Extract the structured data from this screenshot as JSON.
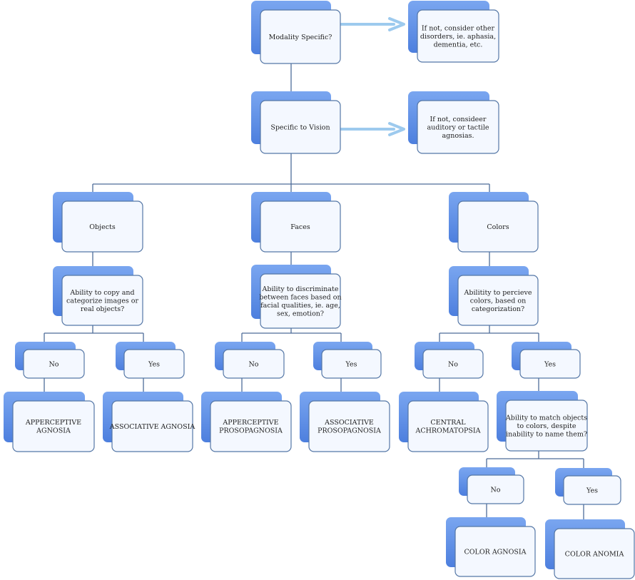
{
  "colors": {
    "accent_shadow": "#5b8ee6",
    "box_fill": "#f4f8ff",
    "box_border": "#5577a6",
    "connector": "#4e6c99",
    "arrow": "#9dcaee"
  },
  "nodes": [
    {
      "id": "modality",
      "lines": [
        "Modality Specific?"
      ]
    },
    {
      "id": "not-modality",
      "lines": [
        "If not, consider other",
        "disorders, ie. aphasia,",
        "dementia, etc."
      ]
    },
    {
      "id": "vision",
      "lines": [
        "Specific to Vision"
      ]
    },
    {
      "id": "not-vision",
      "lines": [
        "If not, consideer",
        "auditory or tactile",
        "agnosias."
      ]
    },
    {
      "id": "objects",
      "lines": [
        "Objects"
      ]
    },
    {
      "id": "faces",
      "lines": [
        "Faces"
      ]
    },
    {
      "id": "colors",
      "lines": [
        "Colors"
      ]
    },
    {
      "id": "objects-q",
      "lines": [
        "Ability to copy  and",
        "categorize images or",
        "real objects?"
      ]
    },
    {
      "id": "faces-q",
      "lines": [
        "Ability to discriminate",
        "between faces based on",
        "facial qualities, ie. age,",
        "sex, emotion?"
      ]
    },
    {
      "id": "colors-q",
      "lines": [
        "Abilitity to percieve",
        "colors, based on",
        "categorization?"
      ]
    },
    {
      "id": "obj-no",
      "lines": [
        "No"
      ]
    },
    {
      "id": "obj-yes",
      "lines": [
        "Yes"
      ]
    },
    {
      "id": "face-no",
      "lines": [
        "No"
      ]
    },
    {
      "id": "face-yes",
      "lines": [
        "Yes"
      ]
    },
    {
      "id": "col-no",
      "lines": [
        "No"
      ]
    },
    {
      "id": "col-yes",
      "lines": [
        "Yes"
      ]
    },
    {
      "id": "apperceptive-agnosia",
      "lines": [
        "APPERCEPTIVE",
        "AGNOSIA"
      ]
    },
    {
      "id": "associative-agnosia",
      "lines": [
        "ASSOCIATIVE AGNOSIA"
      ]
    },
    {
      "id": "apperceptive-prosopagnosia",
      "lines": [
        "APPERCEPTIVE",
        "PROSOPAGNOSIA"
      ]
    },
    {
      "id": "associative-prosopagnosia",
      "lines": [
        "ASSOCIATIVE",
        "PROSOPAGNOSIA"
      ]
    },
    {
      "id": "central-achromatopsia",
      "lines": [
        "CENTRAL",
        "ACHROMATOPSIA"
      ]
    },
    {
      "id": "match-q",
      "lines": [
        "Ability to match objects",
        "to colors, despite",
        "inability to name them?"
      ]
    },
    {
      "id": "match-no",
      "lines": [
        "No"
      ]
    },
    {
      "id": "match-yes",
      "lines": [
        "Yes"
      ]
    },
    {
      "id": "color-agnosia",
      "lines": [
        "COLOR AGNOSIA"
      ]
    },
    {
      "id": "color-anomia",
      "lines": [
        "COLOR ANOMIA"
      ]
    }
  ]
}
